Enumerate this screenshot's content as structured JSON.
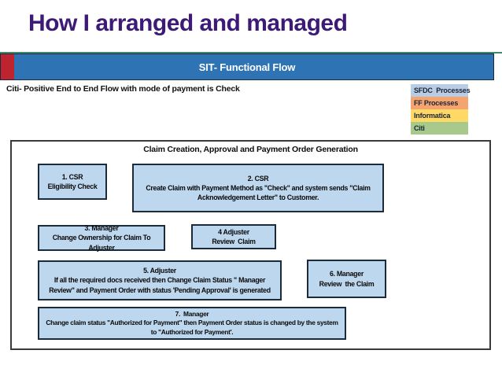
{
  "slide": {
    "title": "How I arranged and managed"
  },
  "banner": {
    "label": "SIT- Functional Flow"
  },
  "flow_header": {
    "subtitle": "Citi- Positive End to End Flow with mode of payment is Check"
  },
  "legend": {
    "items": [
      {
        "label": "SFDC  Processes",
        "color": "#b8cce4"
      },
      {
        "label": "FF Processes",
        "color": "#f5a470"
      },
      {
        "label": "Informatica",
        "color": "#ffd965"
      },
      {
        "label": "Citi",
        "color": "#a7c98b"
      }
    ]
  },
  "colors": {
    "title_text": "#3c1a75",
    "banner_bar": "#2e74b5",
    "banner_accent": "#be2430",
    "top_rule": "#43876b",
    "box_fill": "#bdd7ee",
    "box_border": "#1c2b3a"
  },
  "diagram": {
    "title": "Claim Creation, Approval and Payment Order Generation",
    "boxes": [
      {
        "heading": "1. CSR",
        "body": "Eligibility Check"
      },
      {
        "heading": "2. CSR",
        "body": "Create Claim with Payment Method as \"Check\" and system sends \"Claim Acknowledgement Letter\" to Customer."
      },
      {
        "heading": "3. Manager",
        "body": "Change Ownership for Claim To Adjuster"
      },
      {
        "heading": "4 Adjuster",
        "body": "Review  Claim"
      },
      {
        "heading": "5. Adjuster",
        "body": "If all the required docs received then Change Claim Status \" Manager Review\" and Payment Order with status 'Pending Approval' is generated"
      },
      {
        "heading": "6. Manager",
        "body": "Review  the Claim"
      },
      {
        "heading": "7.  Manager",
        "body": "Change claim status \"Authorized for Payment\" then Payment Order status is changed by the system to \"Authorized for Payment'."
      }
    ]
  }
}
